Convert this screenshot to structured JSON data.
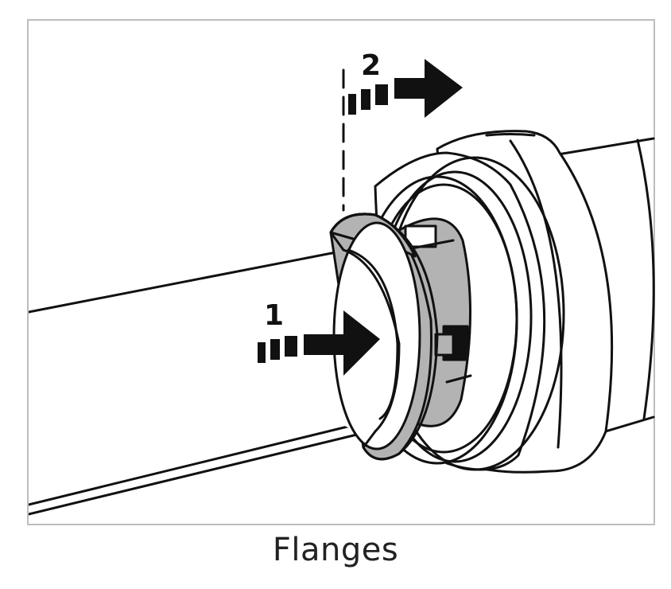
{
  "steps": [
    {
      "number": "1",
      "description_icon": "push-arrow-icon"
    },
    {
      "number": "2",
      "description_icon": "pull-arrow-icon"
    }
  ],
  "caption": "Flanges",
  "colors": {
    "outline": "#111111",
    "collet_grey": "#b3b3b3",
    "panel_border": "#bdbdbd"
  }
}
